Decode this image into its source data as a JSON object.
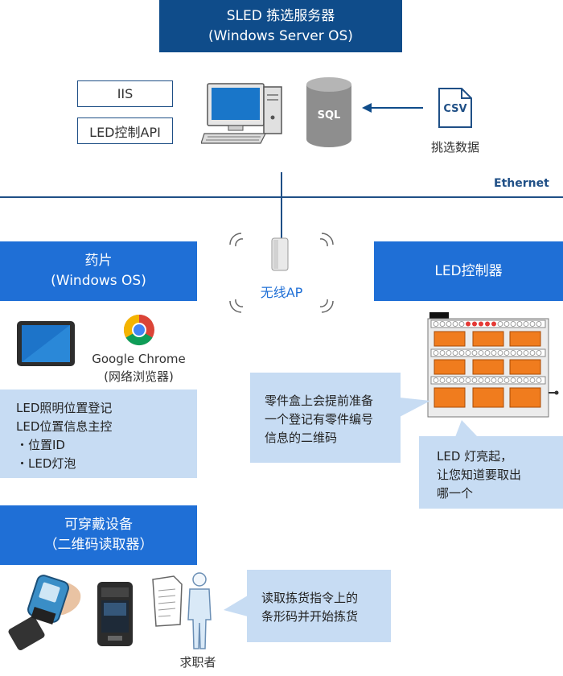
{
  "server": {
    "title_line1": "SLED 拣选服务器",
    "title_line2": "(Windows Server OS)",
    "iis": "IIS",
    "led_api": "LED控制API",
    "sql": "SQL",
    "csv": "CSV",
    "csv_caption": "挑选数据",
    "ethernet": "Ethernet"
  },
  "tablet": {
    "title_line1": "药片",
    "title_line2": "(Windows OS)",
    "chrome_line1": "Google Chrome",
    "chrome_line2": "(网络浏览器)",
    "info_lines": [
      "LED照明位置登记",
      "LED位置信息主控",
      "・位置ID",
      "・LED灯泡"
    ]
  },
  "wireless": {
    "label": "无线AP"
  },
  "led_controller": {
    "title": "LED控制器",
    "callout_qr": [
      "零件盒上会提前准备",
      "一个登记有零件编号",
      "信息的二维码"
    ],
    "callout_led": [
      "LED 灯亮起，",
      "让您知道要取出",
      "哪一个"
    ]
  },
  "wearable": {
    "title_line1": "可穿戴设备",
    "title_line2": "（二维码读取器）",
    "person_label": "求职者",
    "callout_read": [
      "读取拣货指令上的",
      "条形码并开始拣货"
    ]
  },
  "colors": {
    "dark_blue": "#0f4c8a",
    "blue": "#1f6fd6",
    "light_blue": "#c7dcf3"
  }
}
